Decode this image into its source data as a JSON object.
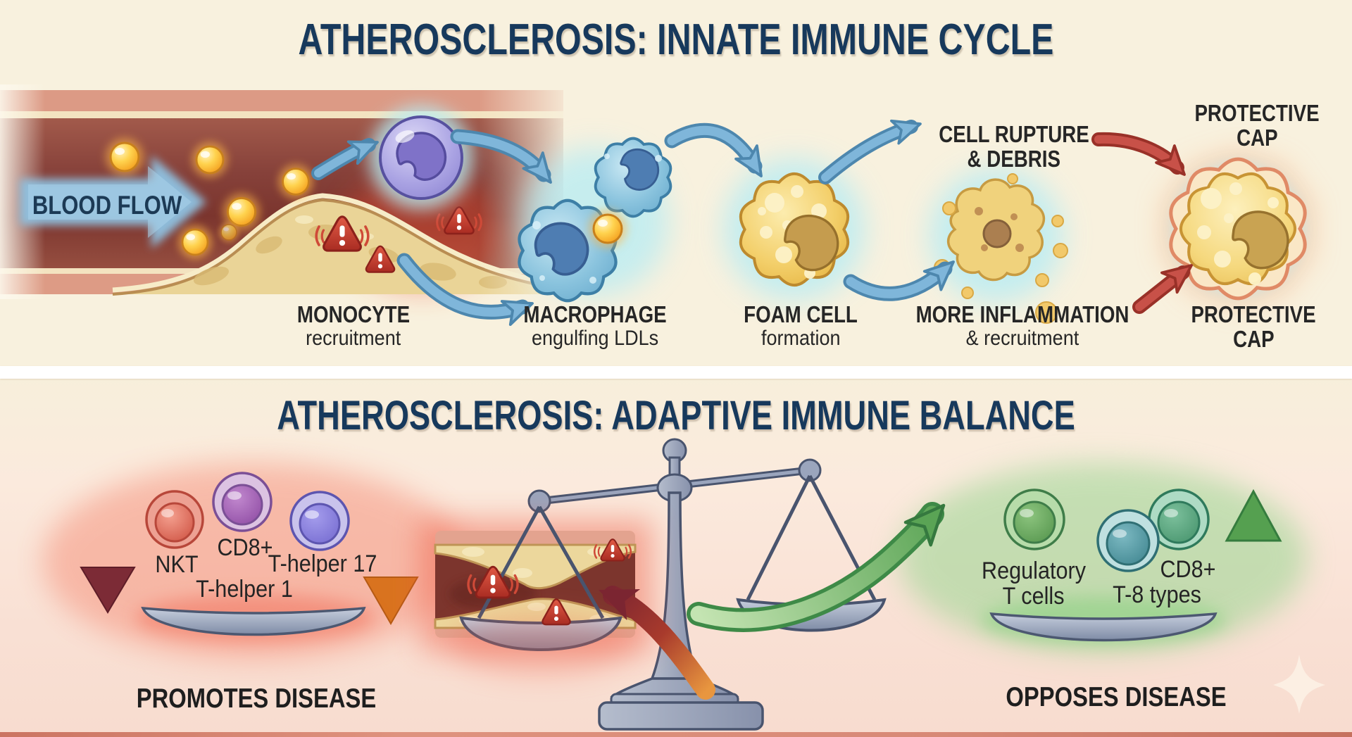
{
  "top_panel": {
    "title": "ATHEROSCLEROSIS: INNATE IMMUNE CYCLE",
    "blood_flow_label": "BLOOD FLOW",
    "steps": {
      "monocyte": {
        "line1": "MONOCYTE",
        "line2": "recruitment"
      },
      "macrophage": {
        "line1": "MACROPHAGE",
        "line2": "engulfing LDLs"
      },
      "foam_cell": {
        "line1": "FOAM CELL",
        "line2": "formation"
      },
      "inflammation": {
        "line1": "MORE INFLAMMATION",
        "line2": "& recruitment"
      },
      "cell_rupture": {
        "line1": "CELL RUPTURE",
        "line2": "& DEBRIS"
      },
      "protective_cap_top": {
        "line1": "PROTECTIVE",
        "line2": "CAP"
      },
      "protective_cap_bottom": {
        "line1": "PROTECTIVE",
        "line2": "CAP"
      }
    }
  },
  "bottom_panel": {
    "title": "ATHEROSCLEROSIS: ADAPTIVE IMMUNE BALANCE",
    "promotes": {
      "nkt": "NKT",
      "cd8": "CD8+",
      "th17": "T-helper 17",
      "th1": "T-helper 1",
      "caption": "PROMOTES DISEASE"
    },
    "opposes": {
      "treg_line1": "Regulatory",
      "treg_line2": "T cells",
      "cd8_line1": "CD8+",
      "cd8_line2": "T-8 types",
      "caption": "OPPOSES DISEASE"
    }
  },
  "icons": {
    "warning_icon": "exclamation-triangle",
    "sparkle_icon": "four-point-star"
  },
  "colors": {
    "title_navy": "#17395c",
    "label_dark": "#262626",
    "background_top": "#f8f1de",
    "background_bottom": "#f8dccf",
    "blue_arrow": "#7fb6da",
    "red_arrow": "#c85148",
    "maroon_arrow": "#7c2b36",
    "orange_arrow": "#d9731f",
    "green_arrow": "#55a050",
    "warning_red": "#c0392b",
    "ldl_yellow": "#f6a81e",
    "plaque_tan": "#ead497",
    "vessel_lumen": "#7b352e",
    "scale_gray": "#9aa5bd"
  }
}
